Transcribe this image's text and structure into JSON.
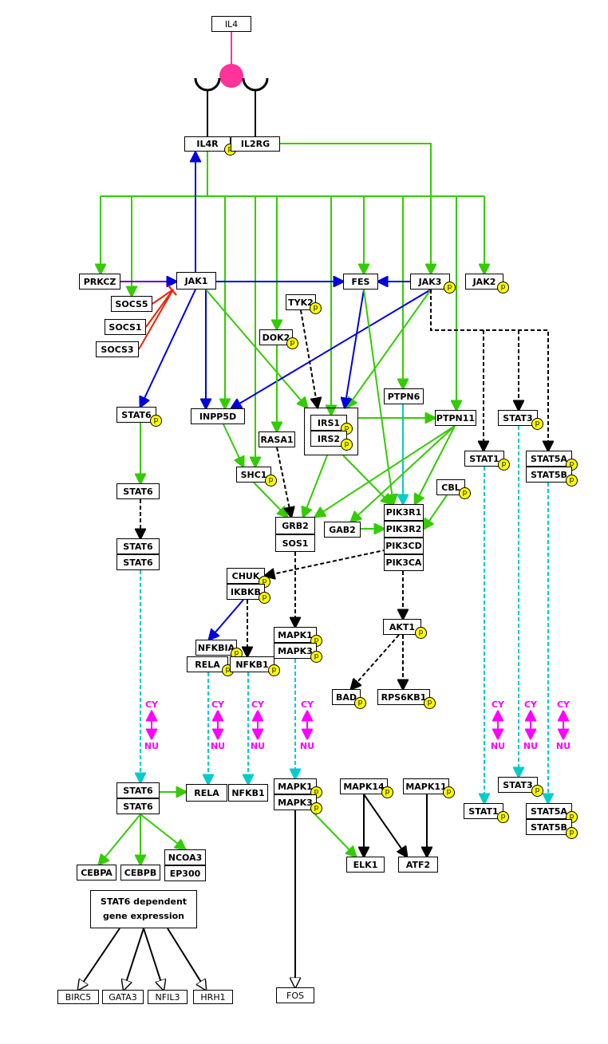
{
  "ligand": "IL4",
  "genes": {
    "IL4R": "IL4R",
    "IL2RG": "IL2RG",
    "PRKCZ": "PRKCZ",
    "JAK1": "JAK1",
    "FES": "FES",
    "JAK3": "JAK3",
    "JAK2": "JAK2",
    "SOCS5": "SOCS5",
    "SOCS1": "SOCS1",
    "SOCS3": "SOCS3",
    "TYK2": "TYK2",
    "DOK2": "DOK2",
    "PTPN6": "PTPN6",
    "STAT6": "STAT6",
    "INPP5D": "INPP5D",
    "RASA1": "RASA1",
    "IRS1": "IRS1",
    "IRS2": "IRS2",
    "PTPN11": "PTPN11",
    "STAT3": "STAT3",
    "STAT1": "STAT1",
    "STAT5A": "STAT5A",
    "STAT5B": "STAT5B",
    "SHC1": "SHC1",
    "CBL": "CBL",
    "GRB2": "GRB2",
    "SOS1": "SOS1",
    "GAB2": "GAB2",
    "PIK3R1": "PIK3R1",
    "PIK3R2": "PIK3R2",
    "PIK3CD": "PIK3CD",
    "PIK3CA": "PIK3CA",
    "CHUK": "CHUK",
    "IKBKB": "IKBKB",
    "NFKBIA": "NFKBIA",
    "RELA": "RELA",
    "NFKB1": "NFKB1",
    "MAPK1": "MAPK1",
    "MAPK3": "MAPK3",
    "AKT1": "AKT1",
    "BAD": "BAD",
    "RPS6KB1": "RPS6KB1",
    "MAPK14": "MAPK14",
    "MAPK11": "MAPK11",
    "ELK1": "ELK1",
    "ATF2": "ATF2",
    "CEBPA": "CEBPA",
    "CEBPB": "CEBPB",
    "NCOA3": "NCOA3",
    "EP300": "EP300",
    "BIRC5": "BIRC5",
    "GATA3": "GATA3",
    "NFIL3": "NFIL3",
    "HRH1": "HRH1",
    "FOS": "FOS"
  },
  "phospho_label": "p",
  "compartments": {
    "cytoplasm": "CY",
    "nucleus": "NU"
  },
  "expression_label": "STAT6 dependent gene expression",
  "colors": {
    "activation": "#33cc00",
    "binding": "#0000dd",
    "indirect": "#000000",
    "translocation": "#00cccc",
    "inhibition": "#ee2200",
    "ligand": "#ff3399",
    "compartment": "#ff00ff",
    "phospho": "#ffff00"
  }
}
